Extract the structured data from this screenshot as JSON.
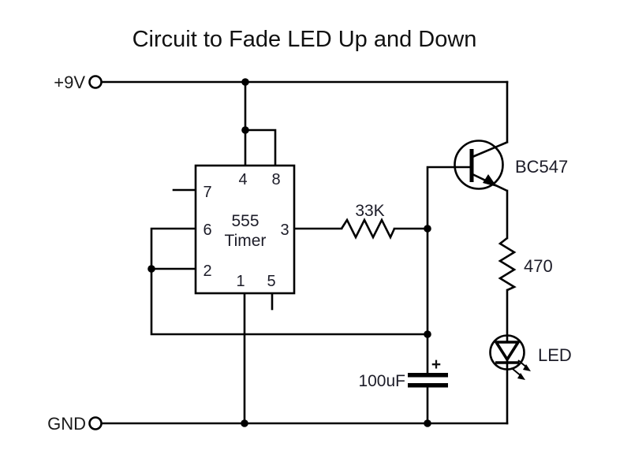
{
  "title": "Circuit to Fade LED Up and Down",
  "power": {
    "vcc_label": "+9V",
    "gnd_label": "GND"
  },
  "ic555": {
    "line1": "555",
    "line2": "Timer",
    "pins": {
      "discharge": "7",
      "threshold": "6",
      "trigger": "2",
      "reset": "4",
      "vcc": "8",
      "output": "3",
      "ground": "1",
      "control": "5"
    }
  },
  "components": {
    "base_resistor": {
      "value": "33K"
    },
    "transistor": {
      "label": "BC547"
    },
    "led_resistor": {
      "value": "470"
    },
    "led": {
      "label": "LED"
    },
    "capacitor": {
      "value": "100uF",
      "polarity": "+"
    }
  },
  "colors": {
    "wire": "#000000",
    "label": "#1a1a1a",
    "background": "#ffffff"
  }
}
